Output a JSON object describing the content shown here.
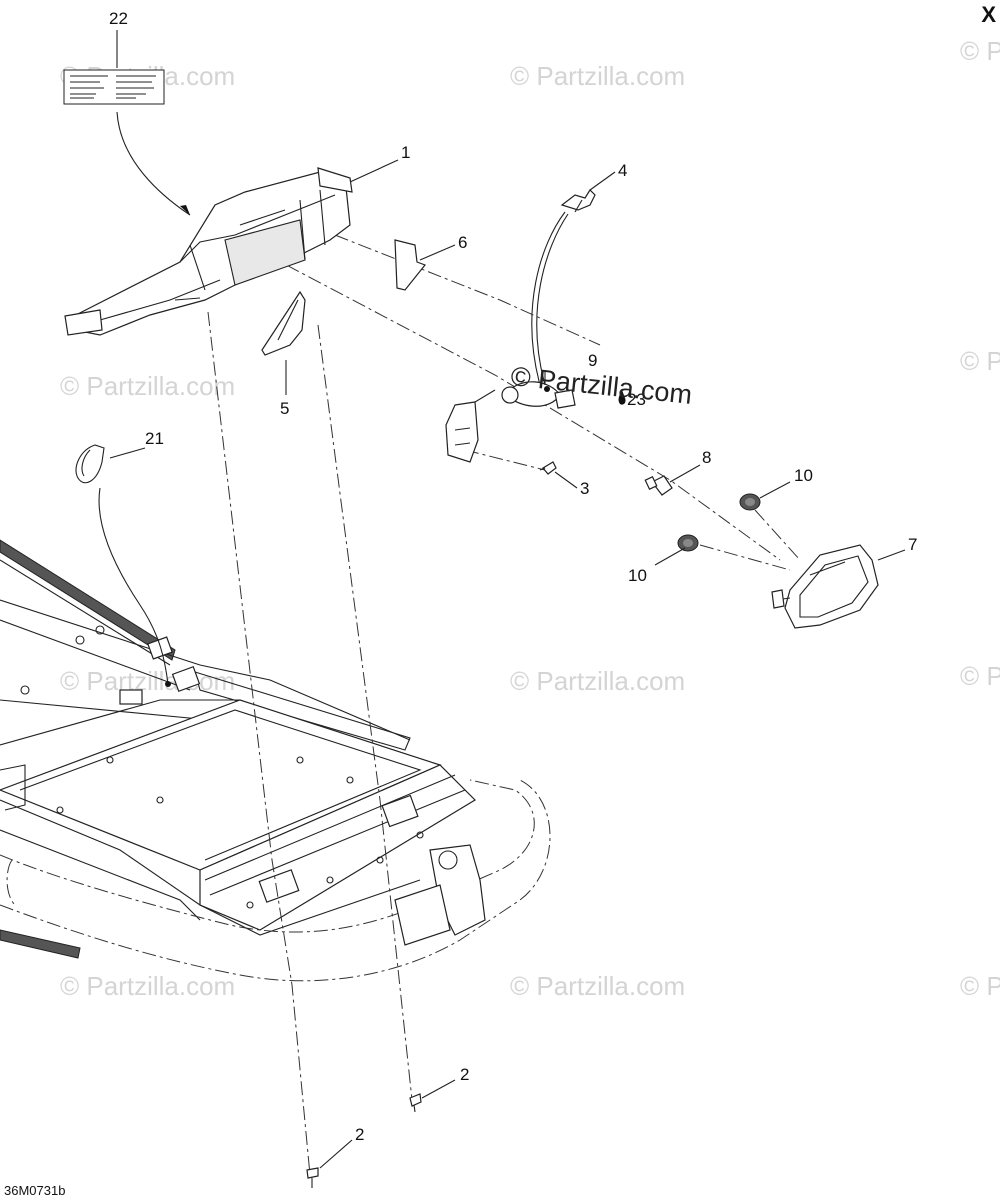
{
  "watermark": "© Partzilla.com",
  "corner_mark": "X",
  "diagram_code": "36M0731b",
  "callouts": {
    "c1": "1",
    "c2a": "2",
    "c2b": "2",
    "c3": "3",
    "c4": "4",
    "c5": "5",
    "c6": "6",
    "c7": "7",
    "c8": "8",
    "c9": "9",
    "c10a": "10",
    "c10b": "10",
    "c21": "21",
    "c22": "22",
    "c23": "23"
  }
}
